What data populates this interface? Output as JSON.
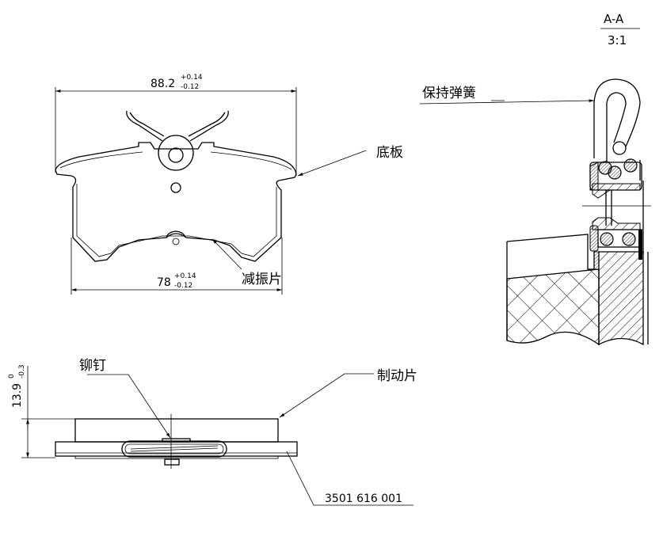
{
  "section": {
    "title": "A-A",
    "scale": "3:1"
  },
  "top_view": {
    "width_dim": {
      "value": "88.2",
      "upper_tol": "+0.14",
      "lower_tol": "-0.12"
    },
    "pad_dim": {
      "value": "78",
      "upper_tol": "+0.14",
      "lower_tol": "-0.12"
    },
    "labels": {
      "backing_plate": "底板",
      "shim": "减振片"
    }
  },
  "side_view": {
    "thickness_dim": {
      "value": "13.9",
      "upper_tol": "0",
      "lower_tol": "-0.3"
    },
    "labels": {
      "rivet": "铆钉",
      "pad": "制动片",
      "part_number": "3501 616 001"
    }
  },
  "section_view": {
    "labels": {
      "spring": "保持弹簧"
    }
  },
  "colors": {
    "line": "#000000",
    "background": "#ffffff"
  }
}
